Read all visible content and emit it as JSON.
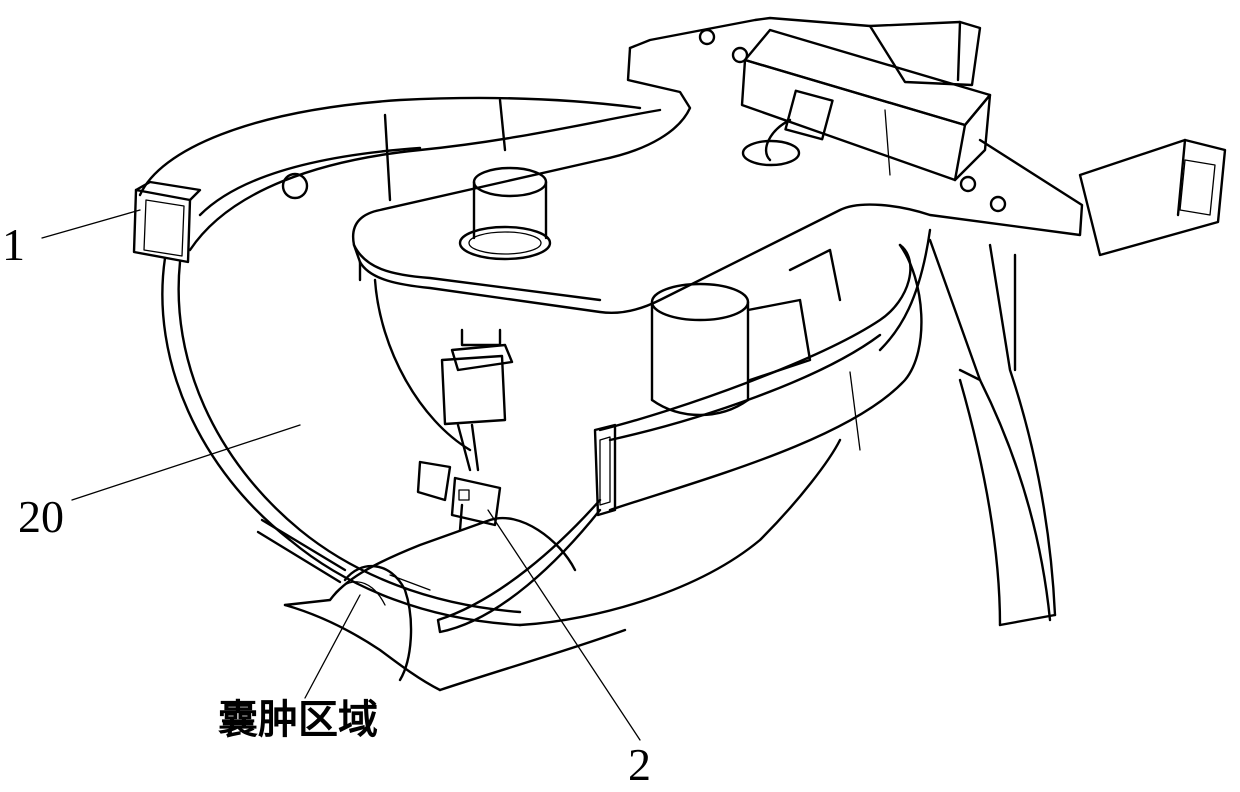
{
  "labels": {
    "part_1": "1",
    "part_20": "20",
    "part_2": "2",
    "cyst_region": "囊肿区域"
  },
  "colors": {
    "line": "#000000",
    "background": "#ffffff"
  }
}
